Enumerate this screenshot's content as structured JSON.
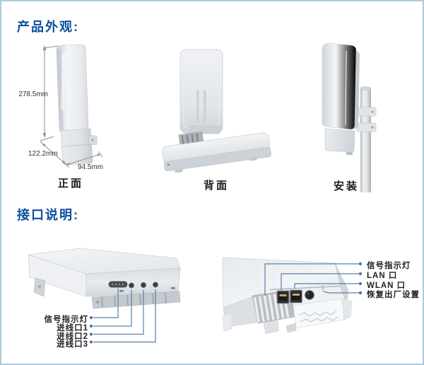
{
  "colors": {
    "accent_blue": "#0c4ea0",
    "callout_line": "#5580ad",
    "page_border": "#aecbdc"
  },
  "appearance": {
    "title": "产品外观:",
    "views": [
      {
        "label": "正面"
      },
      {
        "label": "背面"
      },
      {
        "label": "安装"
      }
    ],
    "dims": {
      "height": "278.5mm",
      "depth": "122.2mm",
      "width": "94.5mm"
    }
  },
  "interfaces": {
    "title": "接口说明:",
    "bottom_view_labels": [
      "信号指示灯",
      "进线口1",
      "进线口2",
      "进线口3"
    ],
    "port_panel_labels": [
      "信号指示灯",
      "LAN 口",
      "WLAN 口",
      "恢复出厂设置"
    ]
  }
}
